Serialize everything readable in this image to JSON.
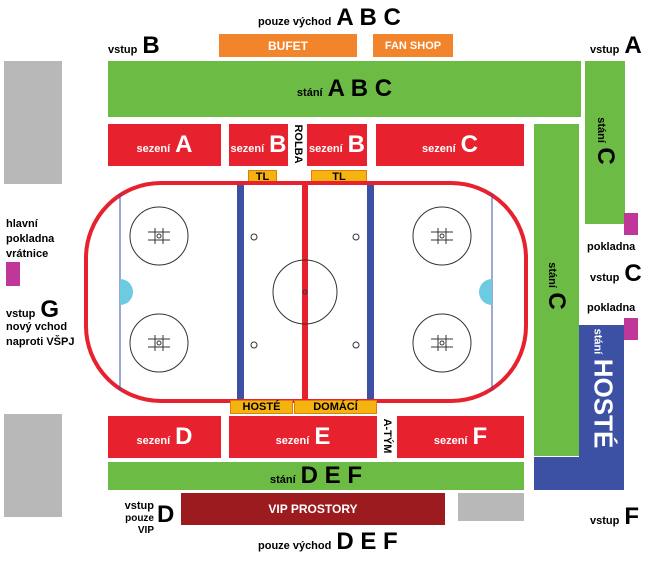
{
  "top": {
    "exit_text": "pouze východ",
    "exit_letters": "A B C",
    "buffet": "BUFET",
    "fanshop": "FAN SHOP"
  },
  "bottom": {
    "exit_text": "pouze východ",
    "exit_letters": "D E F",
    "vip": "VIP PROSTORY"
  },
  "entries": {
    "word": "vstup",
    "b": "B",
    "a_top": "A",
    "c": "C",
    "f": "F",
    "d": "D",
    "d_note": "pouze VIP",
    "g": "G",
    "g_note": "nový vchod\nnaproti VŠPJ"
  },
  "main_box_office": "hlavní\npokladna\nvrátnice",
  "box_office": "pokladna",
  "standing": {
    "word": "stání",
    "abc": "A B C",
    "def": "D E F",
    "c": "C",
    "hoste": "HOSTÉ"
  },
  "seating": {
    "word": "sezení",
    "a": "A",
    "b": "B",
    "c": "C",
    "d": "D",
    "e": "E",
    "f": "F"
  },
  "rolba": "ROLBA",
  "a_tym": "A-TÝM",
  "tl": "TL",
  "hoste_bench": "HOSTÉ",
  "domaci_bench": "DOMÁCÍ"
}
